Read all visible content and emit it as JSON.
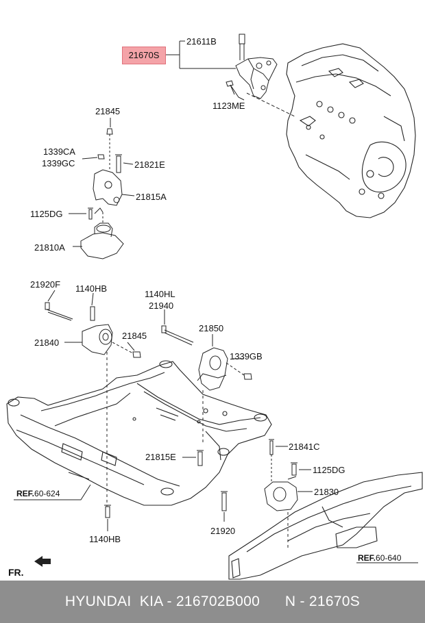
{
  "diagram": {
    "highlighted_part": "21670S",
    "labels": {
      "p21611b": "21611B",
      "p1123me": "1123ME",
      "p21845_top": "21845",
      "p1339ca": "1339CA",
      "p1339gc": "1339GC",
      "p21821e": "21821E",
      "p21815a": "21815A",
      "p1125dg_top": "1125DG",
      "p21810a": "21810A",
      "p21920f": "21920F",
      "p1140hb_top": "1140HB",
      "p1140hl": "1140HL",
      "p21940": "21940",
      "p21840": "21840",
      "p21845_mid": "21845",
      "p21850": "21850",
      "p1339gb": "1339GB",
      "p21815e": "21815E",
      "p21841c": "21841C",
      "p1125dg_low": "1125DG",
      "p21830": "21830",
      "p1140hb_low": "1140HB",
      "p21920": "21920"
    },
    "ref_left": {
      "prefix": "REF.",
      "code": "60-624"
    },
    "ref_right": {
      "prefix": "REF.",
      "code": "60-640"
    },
    "front_marker": "FR."
  },
  "footer": {
    "text": "HYUNDAI  KIA - 216702B000      N - 21670S"
  }
}
